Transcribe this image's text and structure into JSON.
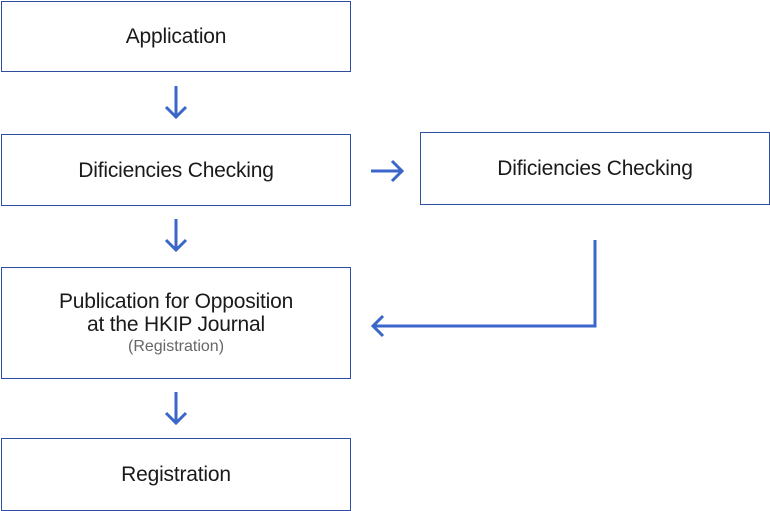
{
  "flowchart": {
    "nodes": {
      "application": {
        "label": "Application"
      },
      "deficiencies_left": {
        "label": "Dificiencies Checking"
      },
      "deficiencies_right": {
        "label": "Dificiencies Checking"
      },
      "publication": {
        "label_line1": "Publication for Opposition",
        "label_line2": "at the HKIP Journal",
        "sublabel": "(Registration)"
      },
      "registration": {
        "label": "Registration"
      }
    },
    "edges": [
      {
        "from": "application",
        "to": "deficiencies_left"
      },
      {
        "from": "deficiencies_left",
        "to": "deficiencies_right"
      },
      {
        "from": "deficiencies_left",
        "to": "publication"
      },
      {
        "from": "deficiencies_right",
        "to": "publication"
      },
      {
        "from": "publication",
        "to": "registration"
      }
    ]
  },
  "colors": {
    "arrow": "#3a66c9",
    "box_border": "#2f4fa3",
    "text": "#1a1a1a",
    "subtext": "#666666"
  }
}
